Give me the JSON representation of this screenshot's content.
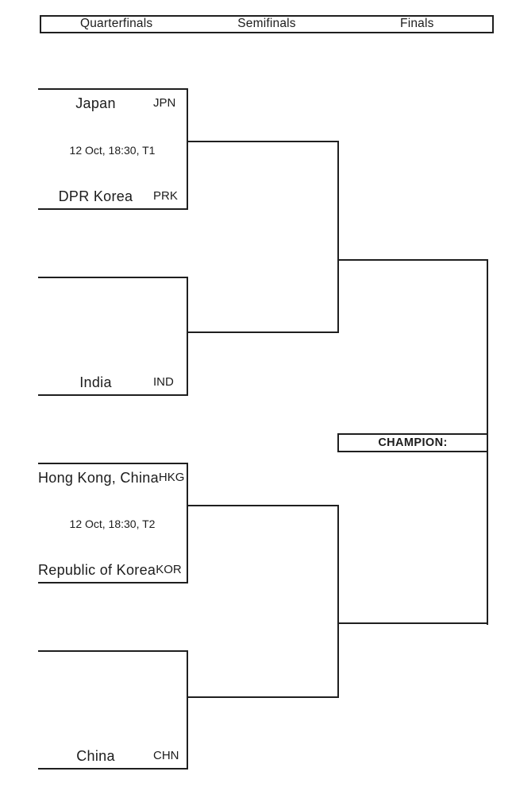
{
  "header": {
    "columns": [
      "Quarterfinals",
      "Semifinals",
      "Finals"
    ]
  },
  "matches": [
    {
      "round": "quarterfinal-1",
      "slot1": {
        "name": "Japan",
        "code": "JPN"
      },
      "schedule": "12 Oct, 18:30, T1",
      "slot2": {
        "name": "DPR Korea",
        "code": "PRK"
      }
    },
    {
      "round": "quarterfinal-2",
      "slot1": {
        "name": "",
        "code": ""
      },
      "schedule": "",
      "slot2": {
        "name": "India",
        "code": "IND"
      }
    },
    {
      "round": "quarterfinal-3",
      "slot1": {
        "name": "Hong Kong, China",
        "code": "HKG"
      },
      "schedule": "12 Oct, 18:30, T2",
      "slot2": {
        "name": "Republic of Korea",
        "code": "KOR"
      }
    },
    {
      "round": "quarterfinal-4",
      "slot1": {
        "name": "",
        "code": ""
      },
      "schedule": "",
      "slot2": {
        "name": "China",
        "code": "CHN"
      }
    }
  ],
  "champion": {
    "label": "CHAMPION:",
    "value": ""
  },
  "colors": {
    "line": "#1f1f1f",
    "background": "#ffffff",
    "text": "#1c1c1c"
  }
}
